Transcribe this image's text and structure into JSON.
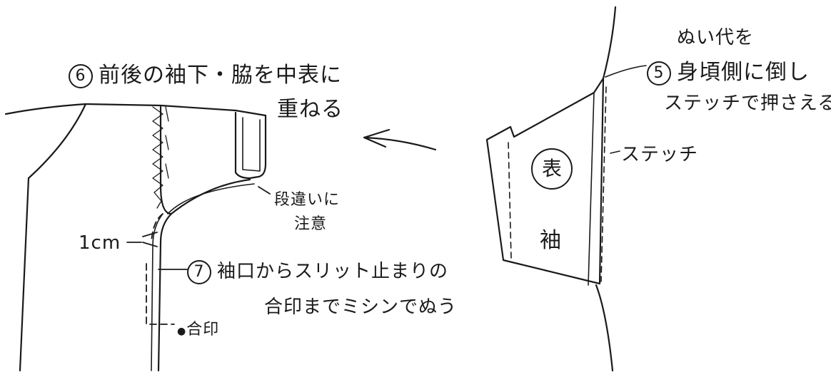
{
  "step6": {
    "number": "6",
    "line1": "前後の袖下・脇を中表に",
    "line2": "重ねる"
  },
  "note_level": {
    "line1": "段違いに",
    "line2": "注意"
  },
  "measure": {
    "label": "1cm"
  },
  "step7": {
    "number": "7",
    "line1": "袖口からスリット止まりの",
    "line2": "合印までミシンでぬう"
  },
  "notch": {
    "label": "合印"
  },
  "step5": {
    "line0": "ぬい代を",
    "number": "5",
    "line1": "身頃側に倒し",
    "line2": "ステッチで押さえる"
  },
  "stitch": {
    "label": "ステッチ"
  },
  "sleeve": {
    "face_label": "表",
    "label": "袖"
  }
}
